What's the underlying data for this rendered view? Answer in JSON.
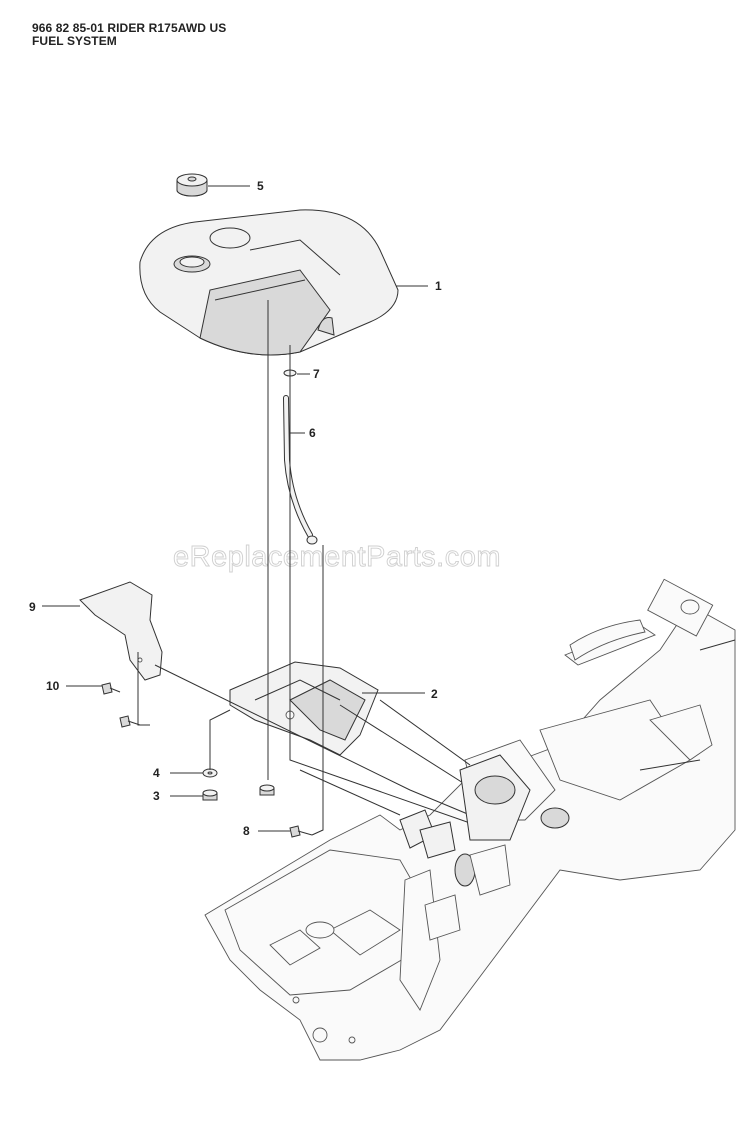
{
  "header": {
    "model_line": "966 82 85-01 RIDER R175AWD US",
    "section": "FUEL SYSTEM"
  },
  "watermark": "eReplacementParts.com",
  "callouts": [
    {
      "id": "1",
      "label": "1"
    },
    {
      "id": "2",
      "label": "2"
    },
    {
      "id": "3",
      "label": "3"
    },
    {
      "id": "4",
      "label": "4"
    },
    {
      "id": "5",
      "label": "5"
    },
    {
      "id": "6",
      "label": "6"
    },
    {
      "id": "7",
      "label": "7"
    },
    {
      "id": "8",
      "label": "8"
    },
    {
      "id": "9",
      "label": "9"
    },
    {
      "id": "10",
      "label": "10"
    }
  ]
}
